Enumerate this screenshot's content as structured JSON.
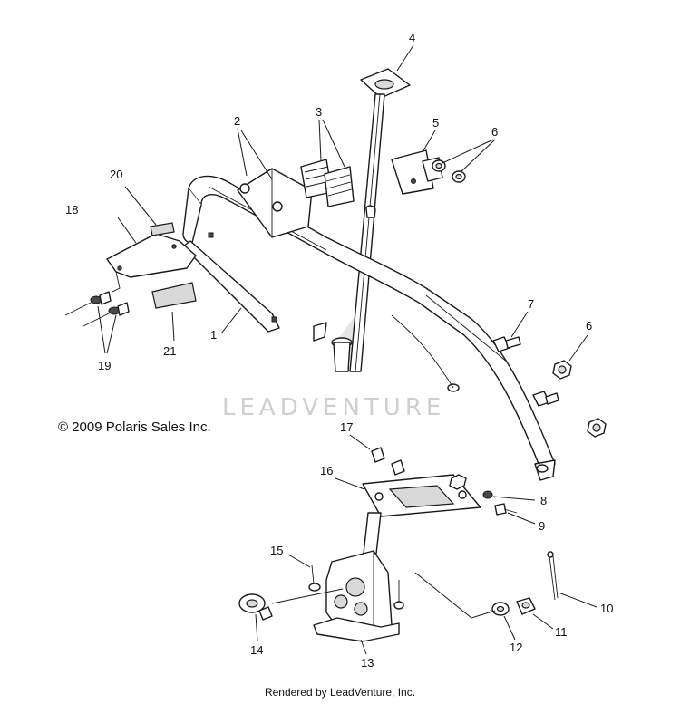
{
  "copyright": "© 2009 Polaris Sales Inc.",
  "footer": "Rendered by LeadVenture, Inc.",
  "watermark": "LEADVENTURE",
  "callouts": {
    "c1": "1",
    "c2": "2",
    "c3": "3",
    "c4": "4",
    "c5": "5",
    "c6a": "6",
    "c6b": "6",
    "c7": "7",
    "c8": "8",
    "c9": "9",
    "c10": "10",
    "c11": "11",
    "c12": "12",
    "c13": "13",
    "c14": "14",
    "c15": "15",
    "c16": "16",
    "c17": "17",
    "c18": "18",
    "c19": "19",
    "c20": "20",
    "c21": "21"
  }
}
